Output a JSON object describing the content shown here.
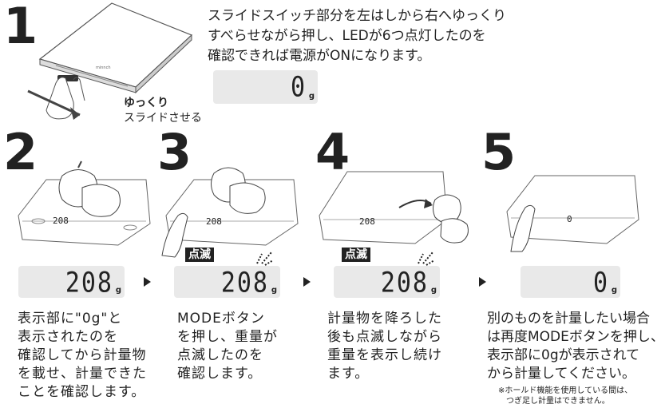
{
  "steps": [
    {
      "num": "1",
      "text": "スライドスイッチ部分を左はしから右へゆっくり\nすべらせながら押し、LEDが6つ点灯したのを\n確認できれば電源がONになります。",
      "lcd": "0",
      "unit": "g",
      "slide_bold": "ゆっくり",
      "slide_text": "スライドさせる"
    },
    {
      "num": "2",
      "text": "表示部に\"0g\"と\n表示されたのを\n確認してから計量物\nを載せ、計量できた\nことを確認します。",
      "lcd": "208",
      "unit": "g"
    },
    {
      "num": "3",
      "text": "MODEボタン\nを押し、重量が\n点滅したのを\n確認します。",
      "lcd": "208",
      "unit": "g",
      "blink_label": "点滅"
    },
    {
      "num": "4",
      "text": "計量物を降ろした\n後も点滅しながら\n重量を表示し続け\nます。",
      "lcd": "208",
      "unit": "g",
      "blink_label": "点滅"
    },
    {
      "num": "5",
      "text": "別のものを計量したい場合\nは再度MODEボタンを押し、\n表示部に0gが表示されて\nから計量してください。",
      "lcd": "0",
      "unit": "g",
      "note": "※ホールド機能を使用している間は、\n　つぎ足し計量はできません。"
    }
  ],
  "scale_screen": {
    "s2": "208",
    "s3": "208",
    "s4": "208",
    "s5": "0"
  },
  "brand_mark": "minnch"
}
